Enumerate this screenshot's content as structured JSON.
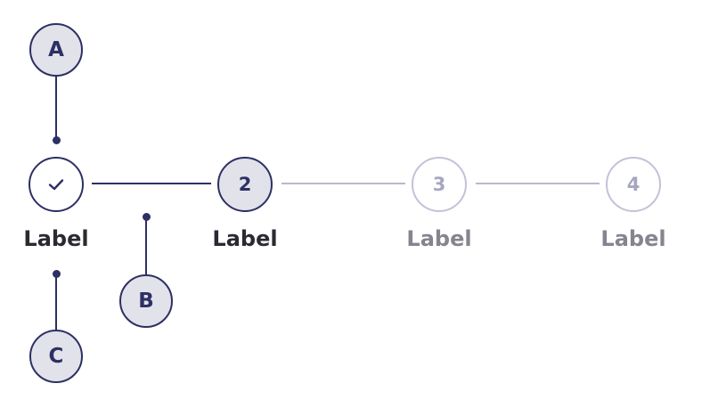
{
  "callouts": {
    "a": "A",
    "b": "B",
    "c": "C"
  },
  "stepper": {
    "steps": [
      {
        "state": "completed",
        "icon": "check-icon",
        "label": "Label"
      },
      {
        "state": "active",
        "number": "2",
        "label": "Label"
      },
      {
        "state": "inactive",
        "number": "3",
        "label": "Label"
      },
      {
        "state": "inactive",
        "number": "4",
        "label": "Label"
      }
    ]
  },
  "colors": {
    "primary": "#2D3064",
    "callout_fill": "#E2E2EA",
    "inactive_border": "#C3C2D6",
    "inactive_text": "#85858F",
    "label_text": "#2B2A31"
  }
}
